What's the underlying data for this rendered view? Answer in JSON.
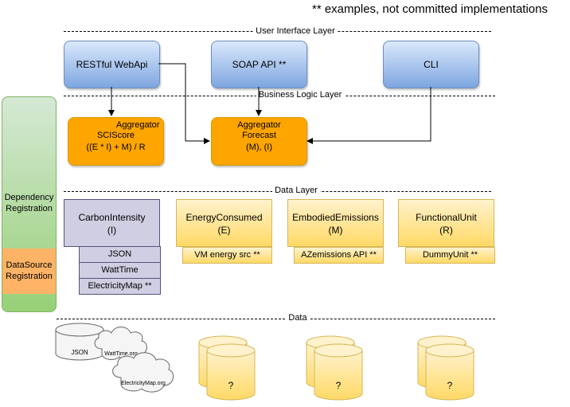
{
  "note": "** examples, not committed implementations",
  "layers": {
    "ui": "User Interface Layer",
    "business": "Business Logic Layer",
    "data": "Data Layer",
    "raw": "Data"
  },
  "ui_boxes": {
    "rest": "RESTful WebApi",
    "soap": "SOAP API **",
    "cli": "CLI"
  },
  "business_boxes": {
    "sci_line1": "Aggregator",
    "sci_line2": "SCIScore",
    "sci_line3": "((E * I) + M) / R",
    "forecast_line1": "Aggregator",
    "forecast_line2": "Forecast",
    "forecast_line3": "(M), (I)"
  },
  "side_panel": {
    "dependency": "Dependency Registration",
    "datasource": "DataSource Registration"
  },
  "data_layer": {
    "carbon_title": "CarbonIntensity",
    "carbon_sym": "(I)",
    "carbon_sources": [
      "JSON",
      "WattTime",
      "ElectricityMap **"
    ],
    "energy_title": "EnergyConsumed",
    "energy_sym": "(E)",
    "energy_source": "VM energy src **",
    "embodied_title": "EmbodiedEmissions",
    "embodied_sym": "(M)",
    "embodied_source": "AZemissions API **",
    "functional_title": "FunctionalUnit",
    "functional_sym": "(R)",
    "functional_source": "DummyUnit **"
  },
  "data_stores": {
    "json": "JSON",
    "watttime": "WattTime.org",
    "electricitymap": "ElectricityMap.org",
    "unknown": "?"
  },
  "colors": {
    "blue_border": "#6c8ebf",
    "orange": "#ffa500",
    "yellow_border": "#d6b656",
    "purple": "#d0cee2",
    "green": "#d5e8d4",
    "datasource_band": "#ffb366"
  }
}
